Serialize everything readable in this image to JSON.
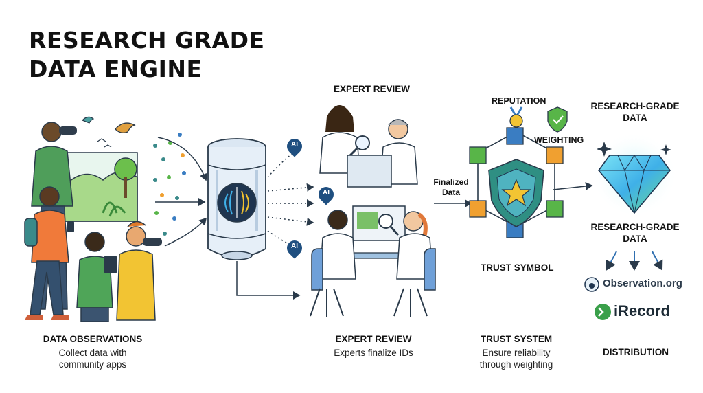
{
  "title": {
    "line1": "RESEARCH GRADE",
    "line2": "DATA ENGINE"
  },
  "top_labels": {
    "expert_review": "EXPERT REVIEW",
    "reputation": "REPUTATION",
    "weighting": "WEIGHTING",
    "research_grade_top": "RESEARCH-GRADE DATA",
    "finalized": "Finalized Data",
    "research_grade_mid": "RESEARCH-GRADE DATA",
    "trust_symbol": "TRUST SYMBOL"
  },
  "ai_badges": [
    "AI",
    "AI",
    "AI"
  ],
  "stages": [
    {
      "heading": "DATA OBSERVATIONS",
      "desc": "Collect data with community apps"
    },
    {
      "heading": "EXPERT REVIEW",
      "desc": "Experts finalize IDs"
    },
    {
      "heading": "TRUST SYSTEM",
      "desc": "Ensure reliability through weighting"
    },
    {
      "heading": "DISTRIBUTION",
      "desc": ""
    }
  ],
  "distribution": {
    "brand1": "Observation.org",
    "brand2": "iRecord"
  },
  "colors": {
    "teal": "#2f8f83",
    "blue": "#3a7dc2",
    "green": "#58b548",
    "orange": "#f0a030",
    "navy": "#1f3550"
  }
}
